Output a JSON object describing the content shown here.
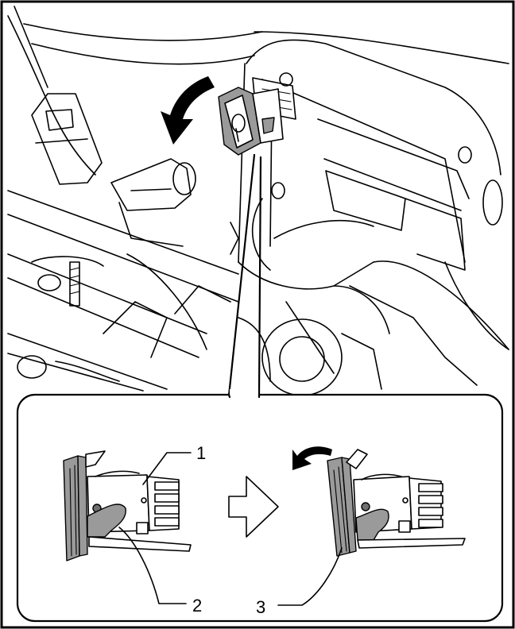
{
  "callouts": {
    "c1": "1",
    "c2": "2",
    "c3": "3"
  },
  "colors": {
    "line": "#000000",
    "part_fill": "#9a9a9a",
    "background": "#ffffff"
  },
  "icons": {
    "rotate_arrow_main": "curved-arrow-icon",
    "transition_arrow": "block-arrow-right-icon",
    "rotate_arrow_detail": "curved-arrow-icon"
  }
}
